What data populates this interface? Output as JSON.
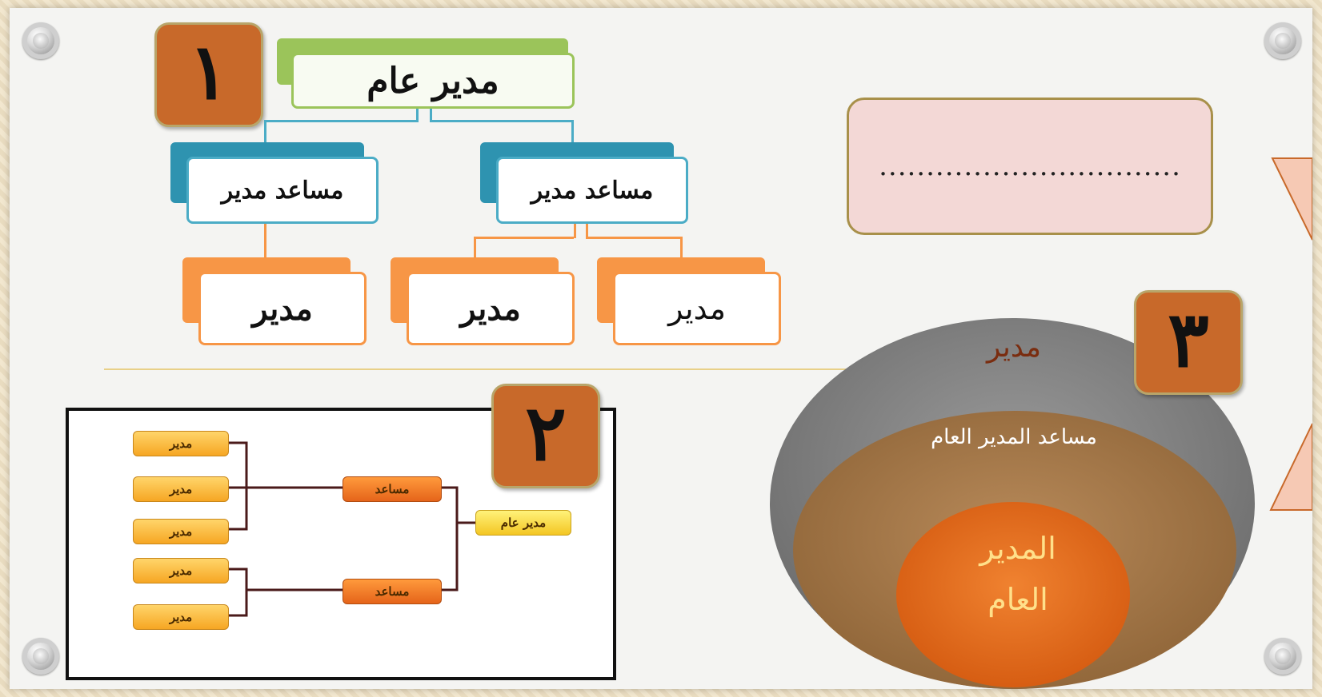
{
  "diagram1": {
    "number": "١",
    "root": "مدير عام",
    "assistants": [
      "مساعد مدير",
      "مساعد مدير"
    ],
    "managers": [
      "مدير",
      "مدير",
      "مدير"
    ]
  },
  "answer_box": {
    "text": "................................"
  },
  "diagram2": {
    "number": "٢",
    "root": "مدير عام",
    "assistants": [
      "مساعد",
      "مساعد"
    ],
    "managers": [
      "مدير",
      "مدير",
      "مدير",
      "مدير",
      "مدير"
    ]
  },
  "diagram3": {
    "number": "٣",
    "outer": "مدير",
    "middle": "مساعد المدير العام",
    "inner_line1": "المدير",
    "inner_line2": "العام"
  },
  "colors": {
    "badge": "#c8692a",
    "green": "#9bc45a",
    "blue": "#4bacc6",
    "orange": "#f79646",
    "answer_box_bg": "#f3d8d6"
  }
}
